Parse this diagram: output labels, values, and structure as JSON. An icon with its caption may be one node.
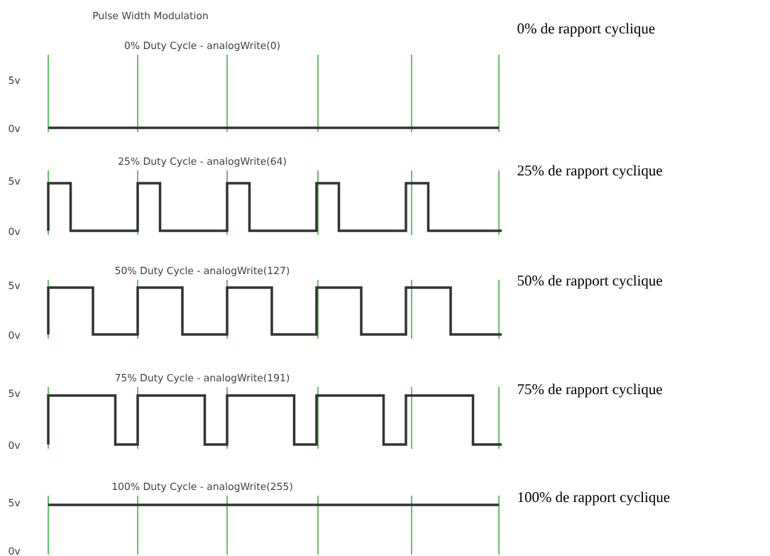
{
  "diagram": {
    "title": "Pulse Width Modulation",
    "labels": [
      "0% Duty Cycle - analogWrite(0)",
      "5v",
      "0v",
      "0% de rapport cyclique",
      "25% Duty Cycle - analogWrite(64)",
      "5v",
      "0v",
      "25% de rapport cyclique",
      "50% Duty Cycle - analogWrite(127)",
      "5v",
      "0v",
      "50% de rapport cyclique",
      "75% Duty Cycle - analogWrite(191)",
      "5v",
      "0v",
      "75% de rapport cyclique",
      "100% Duty Cycle - analogWrite(255)",
      "5v",
      "0v",
      "100% de rapport cyclique"
    ]
  }
}
